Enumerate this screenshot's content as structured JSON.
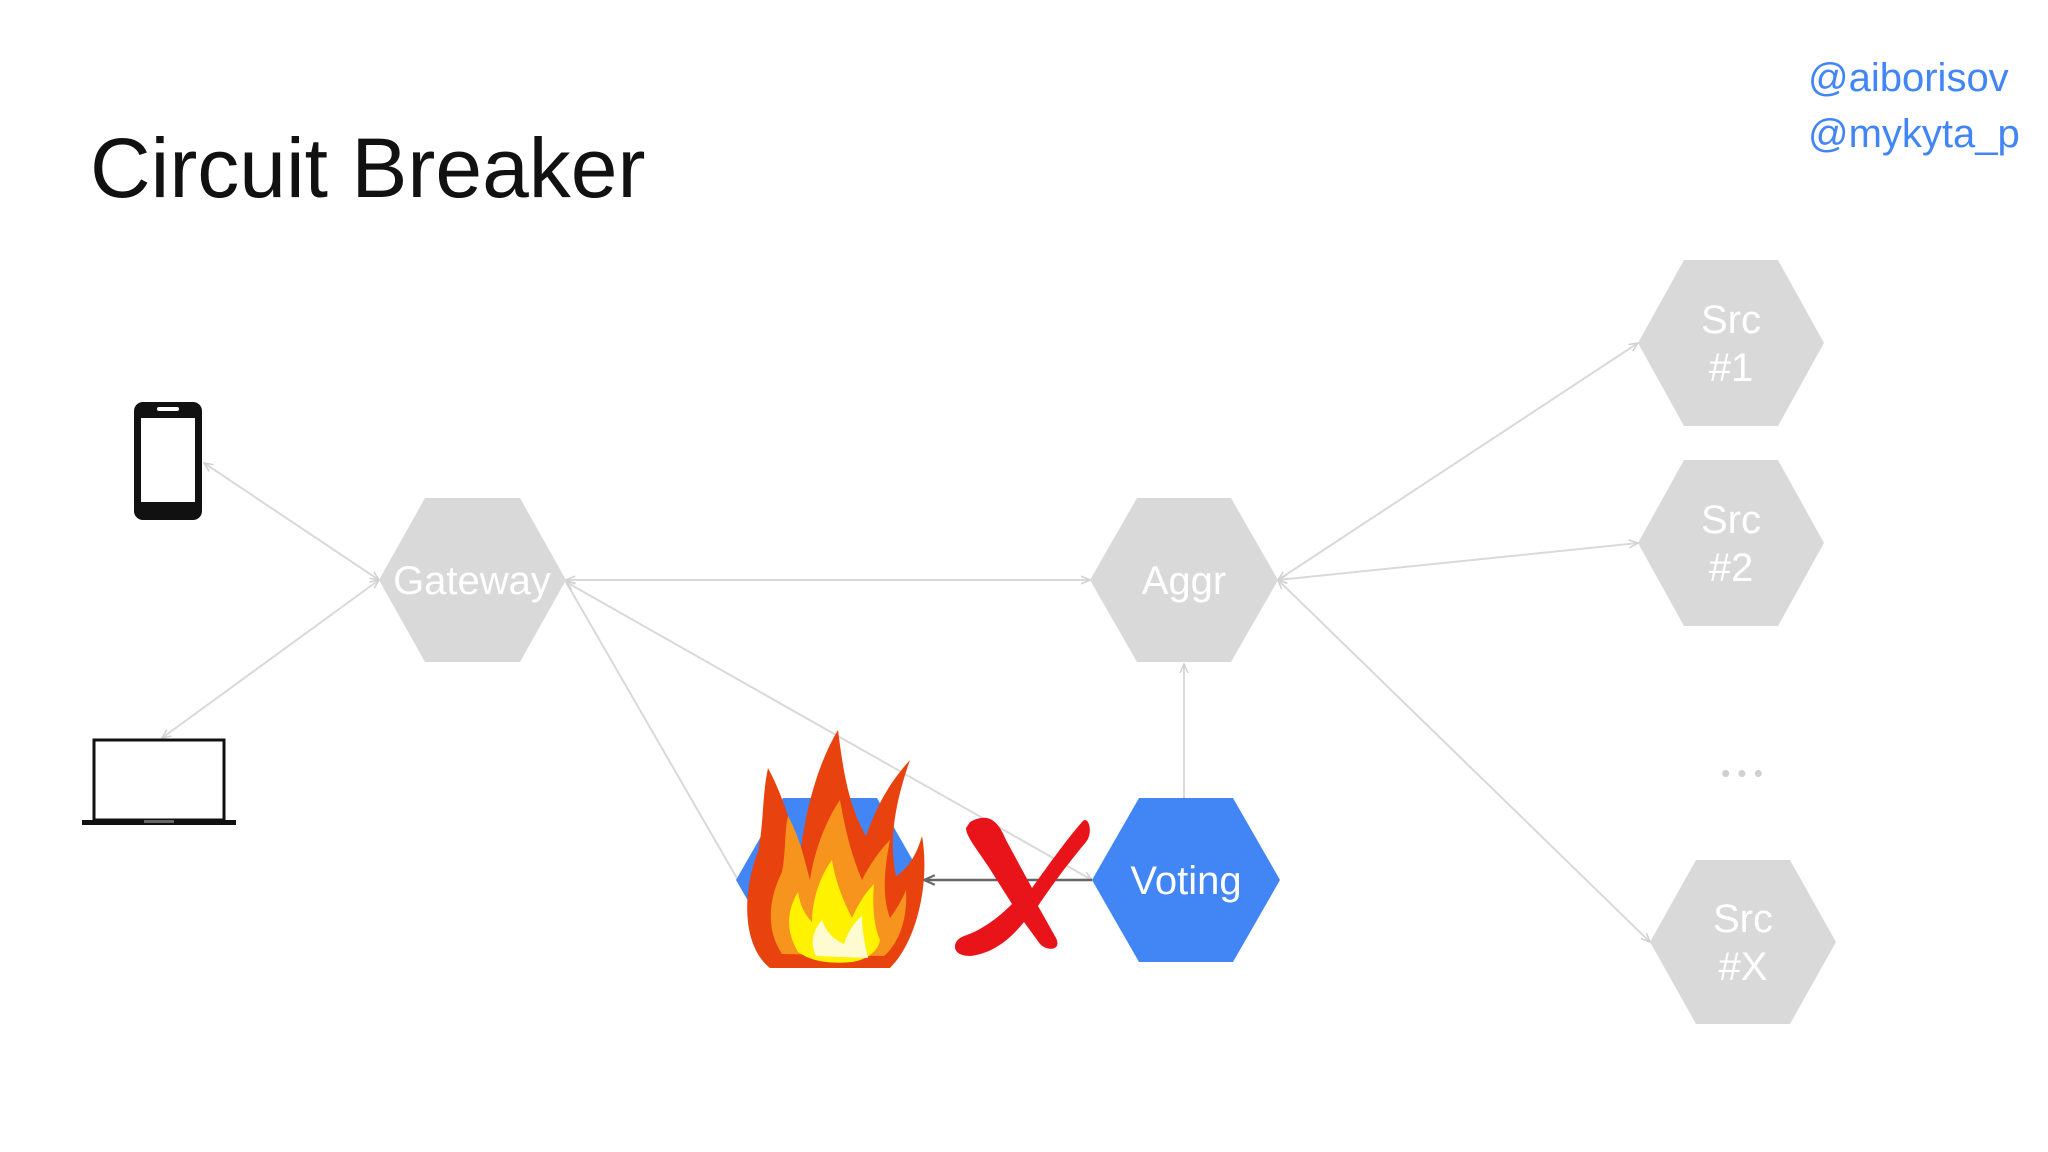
{
  "slide": {
    "title": "Circuit Breaker",
    "handles": [
      "@aiborisov",
      "@mykyta_p"
    ]
  },
  "nodes": {
    "gateway": {
      "label": "Gateway"
    },
    "aggr": {
      "label": "Aggr"
    },
    "voting": {
      "label": "Voting"
    },
    "src1": {
      "line1": "Src",
      "line2": "#1"
    },
    "src2": {
      "line1": "Src",
      "line2": "#2"
    },
    "srcx": {
      "line1": "Src",
      "line2": "#X"
    },
    "ellipsis": "• • •"
  },
  "colors": {
    "title": "#111111",
    "handle": "#4285f4",
    "node_inactive": "#d9d9d9",
    "node_active": "#4285f4",
    "edge": "#d9d9d9",
    "edge_active": "#666666",
    "cross": "#e8141a",
    "fire_outer": "#e8430f",
    "fire_middle": "#f7941d",
    "fire_inner": "#fff200"
  },
  "icons": [
    "phone-icon",
    "laptop-icon",
    "fire-icon",
    "red-cross-icon"
  ]
}
